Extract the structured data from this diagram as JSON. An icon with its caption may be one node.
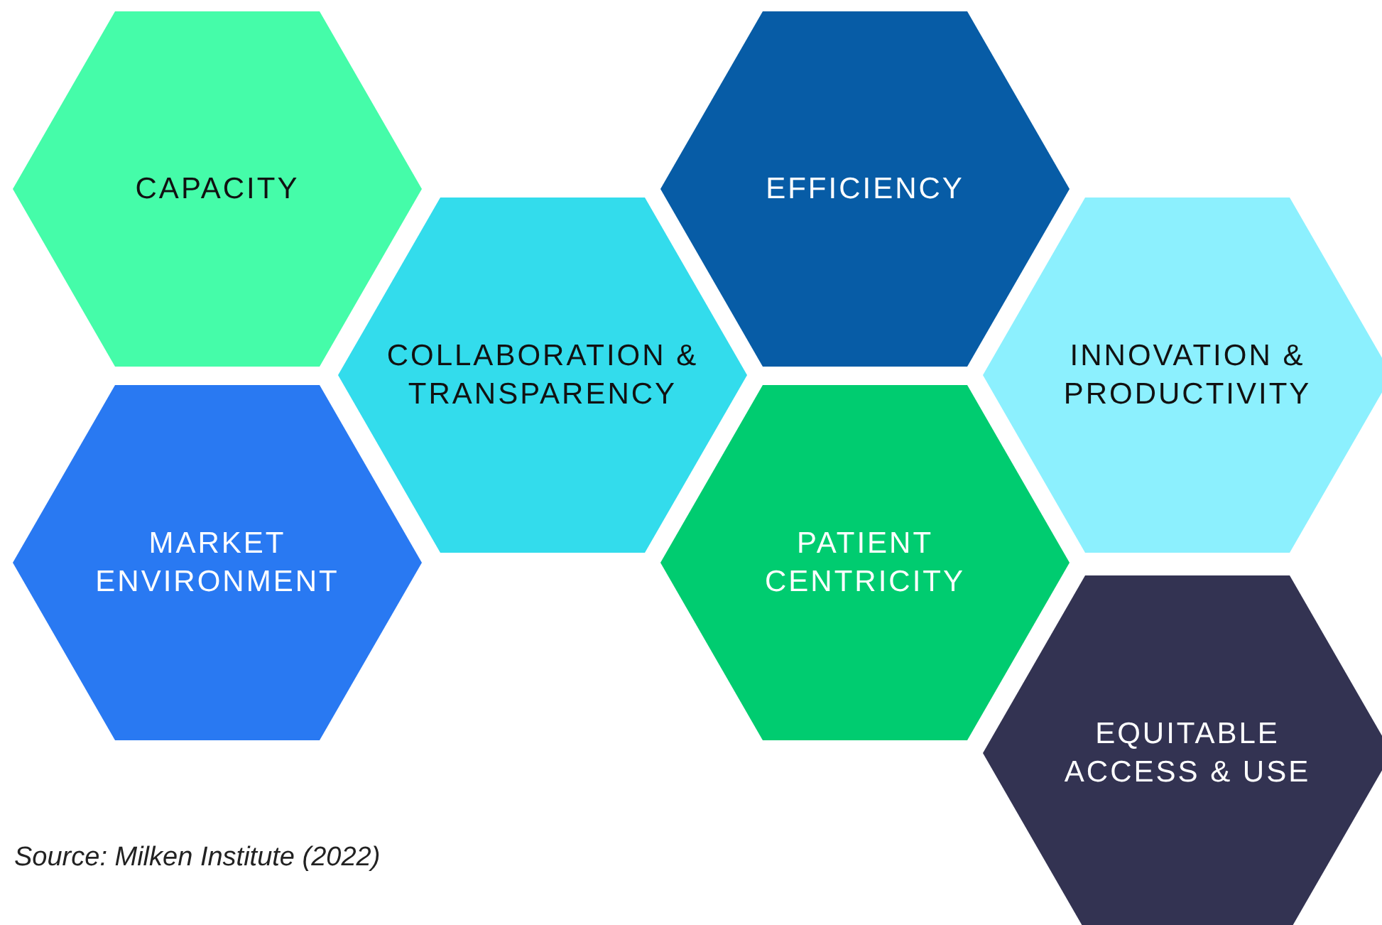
{
  "diagram": {
    "caption": "Source: Milken Institute (2022)",
    "nodes": [
      {
        "text": [
          "CAPACITY"
        ]
      },
      {
        "text": [
          "EFFICIENCY"
        ]
      },
      {
        "text": [
          "COLLABORATION & TRANSPARENCY"
        ]
      },
      {
        "text": [
          "INNOVATION & PRODUCTIVITY"
        ]
      },
      {
        "text": [
          "MARKET ENVIRONMENT"
        ]
      },
      {
        "text": [
          "PATIENT CENTRICITY"
        ]
      },
      {
        "text": [
          "EQUITABLE ACCESS & USE"
        ]
      }
    ]
  }
}
